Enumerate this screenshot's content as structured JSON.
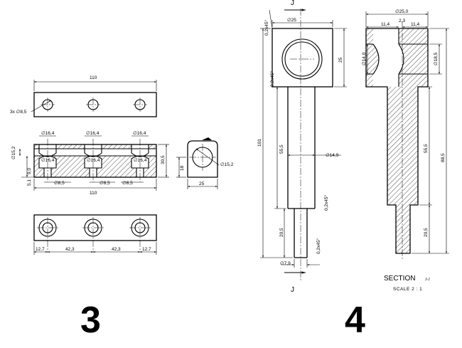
{
  "figures": {
    "fig3_number": "3",
    "fig4_number": "4"
  },
  "fig3": {
    "top_width": "110",
    "hole_callout": "3x ∅8,5",
    "cb_dia_1": "∅16,4",
    "cb_dia_2": "∅16,4",
    "cb_dia_3": "∅16,4",
    "cb_dia_lower_1": "∅16,4",
    "cb_dia_lower_2": "∅16,4",
    "cb_dia_lower_3": "∅16,4",
    "bore_dia_left": "∅15,2",
    "height_left_1": "9,0",
    "height_left_2": "5,1",
    "hole_dia_1": "∅8,5",
    "hole_dia_2": "∅8,5",
    "hole_dia_3": "∅8,5",
    "height_right": "30,5",
    "section_width": "110",
    "end_height": "18",
    "end_bore": "∅15,2",
    "end_width": "25",
    "pitch_left": "12,7",
    "pitch_1": "42,3",
    "pitch_2": "42,3",
    "pitch_right": "12,7"
  },
  "fig4": {
    "cut_label_top": "J",
    "cut_label_bottom": "J",
    "chamfer_top": "0,2x45°",
    "head_width": "∅25",
    "head_height": "25",
    "chamfer_mid": "0,2x45°",
    "overall_length": "101",
    "shank_length": "55,5",
    "shank_dia": "∅14,9",
    "chamfer_step": "0,2x45°",
    "tip_length": "20,5",
    "chamfer_tip": "0,2x45°",
    "tip_dia": "∅7,9",
    "sec_head_dia": "∅25,0",
    "sec_gap": "2,3",
    "sec_left": "11,4",
    "sec_right": "11,4",
    "sec_bore_left": "∅14,0",
    "sec_bore_right": "∅18,5",
    "sec_shank_length": "55,5",
    "sec_overall": "88,5",
    "sec_tip_length": "20,5",
    "section_title": "SECTION",
    "section_id": "J-J",
    "section_scale": "SCALE 2 : 1"
  }
}
